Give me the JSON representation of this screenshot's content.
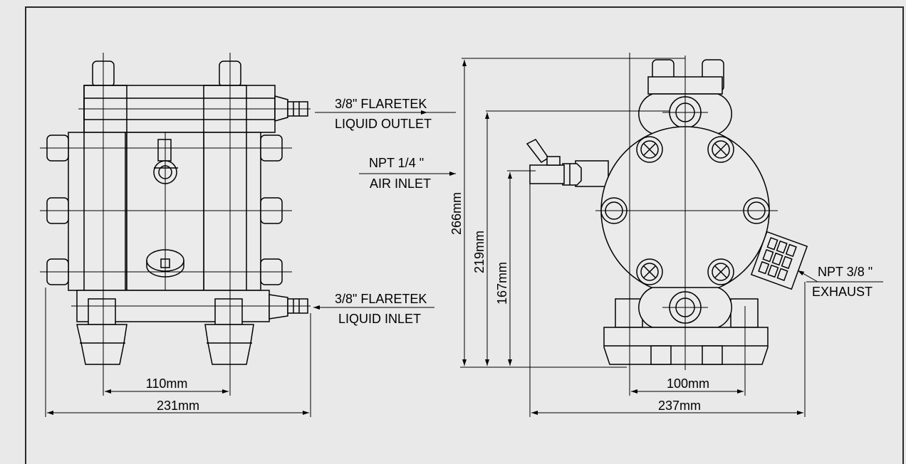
{
  "colors": {
    "background": "#e9e9e9",
    "frame": "#2a2a2a",
    "line": "#000000",
    "part_fill": "#ebebeb"
  },
  "front_view": {
    "outlet_label_1": "3/8\" FLARETEK",
    "outlet_label_2": "LIQUID OUTLET",
    "inlet_label_1": "3/8\" FLARETEK",
    "inlet_label_2": "LIQUID INLET",
    "dim_width_inner": "110mm",
    "dim_width_total": "231mm"
  },
  "side_view": {
    "air_label_1": "NPT 1/4 \"",
    "air_label_2": "AIR INLET",
    "exhaust_label_1": "NPT 3/8 \"",
    "exhaust_label_2": "EXHAUST",
    "dim_height_total": "266mm",
    "dim_height_outlet": "219mm",
    "dim_height_air": "167mm",
    "dim_base_width": "100mm",
    "dim_total_width": "237mm"
  }
}
